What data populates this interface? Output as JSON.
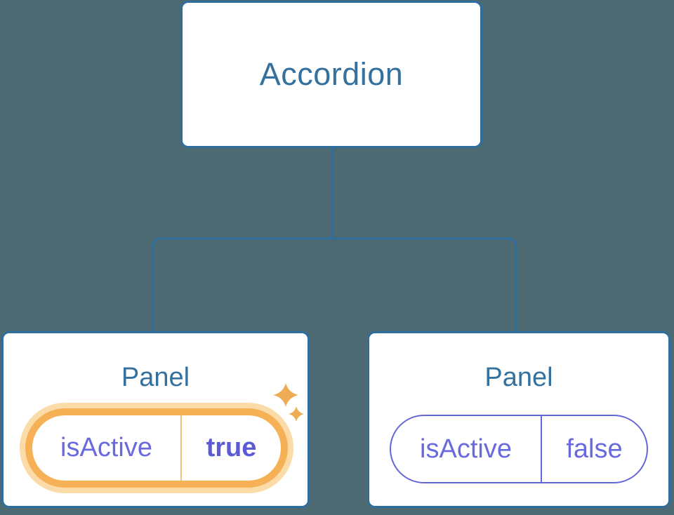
{
  "theme": {
    "bg": "#4D6A72",
    "node_border": "#2E6E9E",
    "node_fill": "#FFFFFF",
    "title_blue": "#35719E",
    "connector": "#2E6E9E",
    "purple_border": "#6567D6",
    "purple_text": "#6A6ADF",
    "purple_bold_text": "#5B5BD6",
    "orange_ring": "#F6B156",
    "orange_glow": "#FBDCA9",
    "orange_divider": "#F5C077",
    "sparkle": "#F0AC55"
  },
  "diagram": {
    "root_node": {
      "label": "Accordion"
    },
    "panels": [
      {
        "title": "Panel",
        "state": {
          "key": "isActive",
          "value": "true"
        },
        "highlighted": true,
        "sparkles": true
      },
      {
        "title": "Panel",
        "state": {
          "key": "isActive",
          "value": "false"
        },
        "highlighted": false,
        "sparkles": false
      }
    ]
  }
}
